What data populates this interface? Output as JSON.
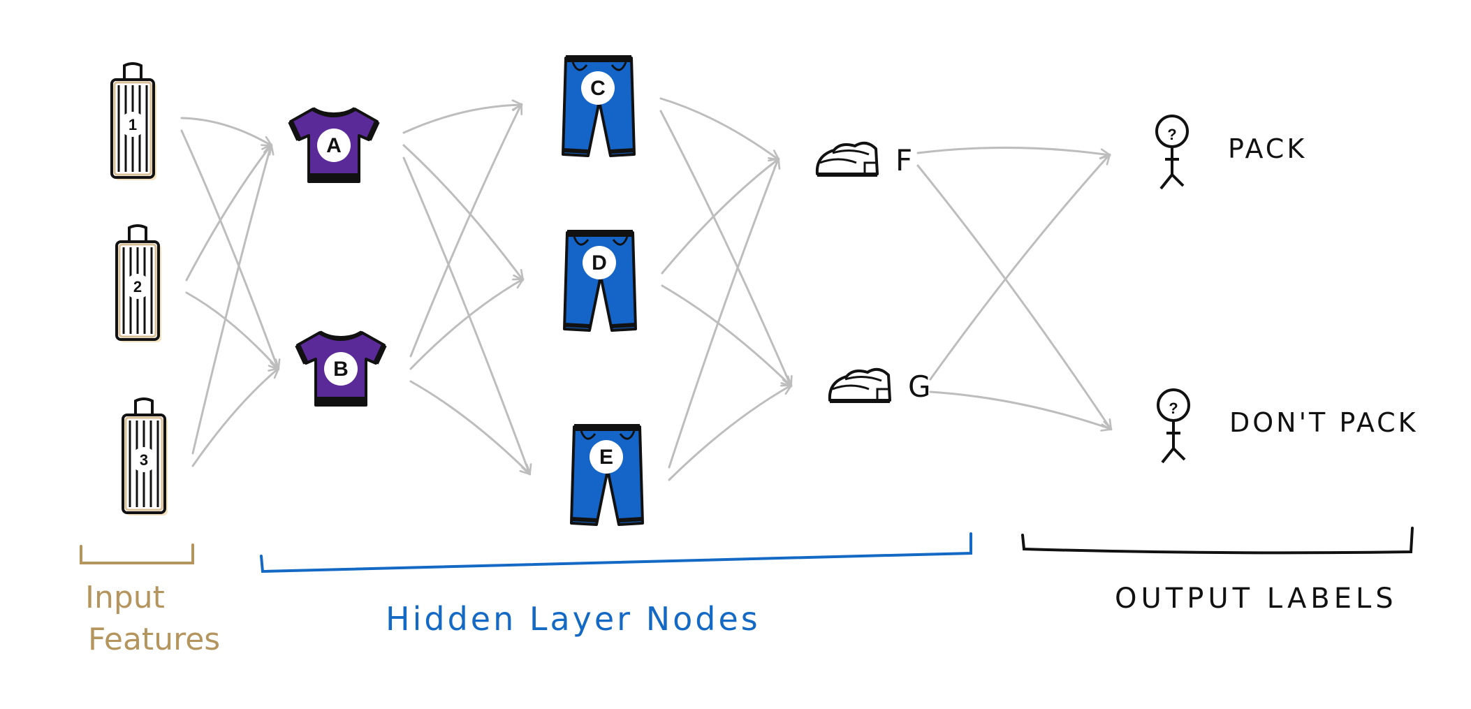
{
  "colors": {
    "input": "#b5955e",
    "hidden": "#1369c4",
    "output": "#111111",
    "shirt": "#5a2a98",
    "pants": "#1565c8",
    "arrow": "#bdbdbd"
  },
  "nodes": {
    "input": [
      {
        "id": "1",
        "label": "1",
        "icon": "suitcase-icon"
      },
      {
        "id": "2",
        "label": "2",
        "icon": "suitcase-icon"
      },
      {
        "id": "3",
        "label": "3",
        "icon": "suitcase-icon"
      }
    ],
    "hidden_1": [
      {
        "id": "A",
        "label": "A",
        "icon": "tshirt-icon"
      },
      {
        "id": "B",
        "label": "B",
        "icon": "tshirt-icon"
      }
    ],
    "hidden_2": [
      {
        "id": "C",
        "label": "C",
        "icon": "pants-icon"
      },
      {
        "id": "D",
        "label": "D",
        "icon": "pants-icon"
      },
      {
        "id": "E",
        "label": "E",
        "icon": "pants-icon"
      }
    ],
    "hidden_3": [
      {
        "id": "F",
        "label": "F",
        "icon": "bread-icon"
      },
      {
        "id": "G",
        "label": "G",
        "icon": "bread-icon"
      }
    ],
    "output": [
      {
        "id": "pack",
        "label": "PACK",
        "icon": "stick-figure-icon",
        "mark": "?"
      },
      {
        "id": "dont-pack",
        "label": "DON'T PACK",
        "icon": "stick-figure-icon",
        "mark": "?"
      }
    ]
  },
  "groups": {
    "input": {
      "line1": "Input",
      "line2": "Features"
    },
    "hidden": {
      "label": "Hidden Layer Nodes"
    },
    "output": {
      "label": "OUTPUT LABELS"
    }
  }
}
